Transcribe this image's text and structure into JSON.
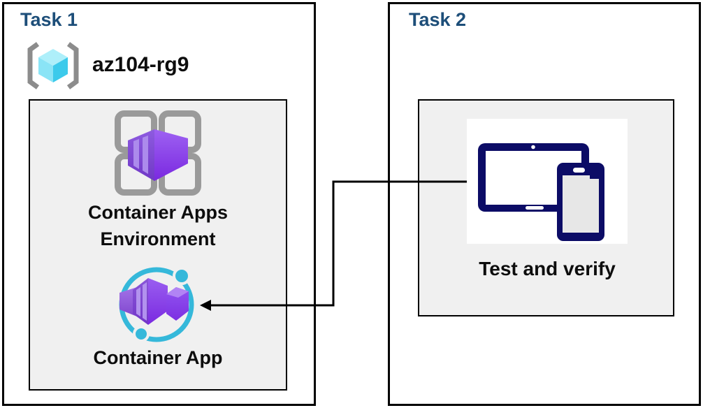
{
  "task1": {
    "title": "Task 1",
    "resource_group": "az104-rg9",
    "environment_label": "Container Apps Environment",
    "app_label": "Container App"
  },
  "task2": {
    "title": "Task 2",
    "verify_label": "Test and verify"
  },
  "colors": {
    "title_blue": "#1D4E79",
    "border_black": "#000000",
    "panel_fill": "#F0F0F0",
    "device_navy": "#0C0C66",
    "cyan": "#35B8DA",
    "purple_main": "#8A4AE0",
    "frame_gray": "#9A9A9A",
    "cube_top": "#AEEFFA",
    "cube_left": "#8AE4F6",
    "cube_right": "#3CCAEB"
  },
  "icons": {
    "resource_group": "azure-resource-group",
    "environment": "container-apps-environment",
    "container_app": "container-app",
    "devices": "tablet-and-phone"
  }
}
